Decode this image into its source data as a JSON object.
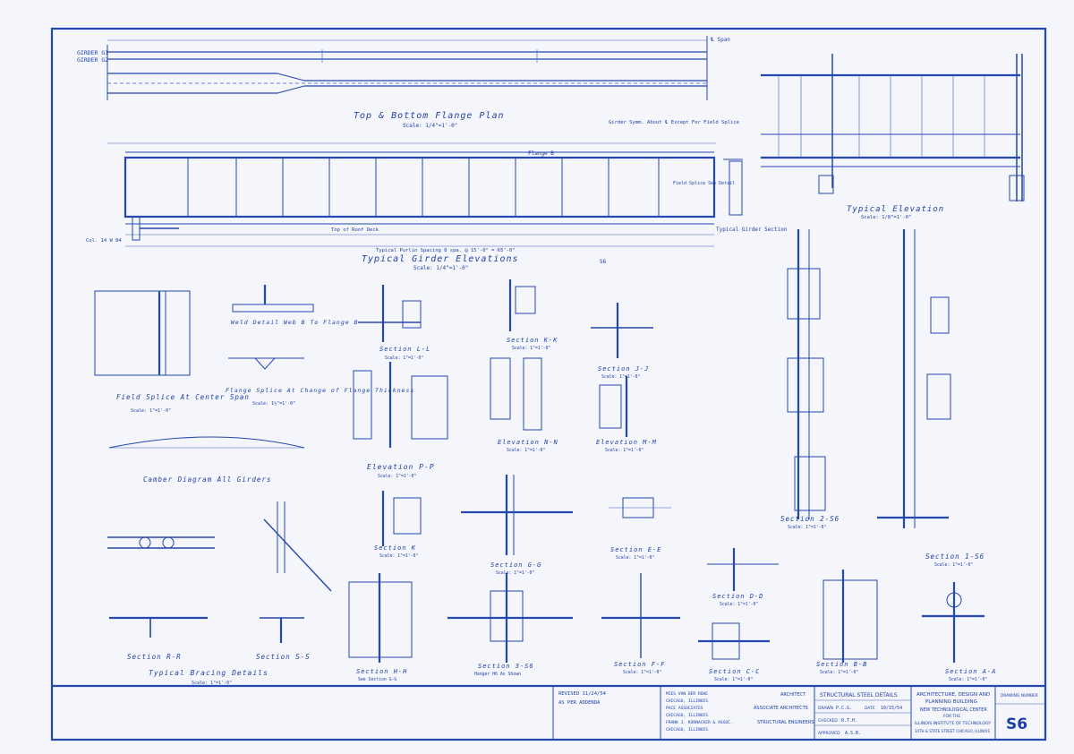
{
  "plan": {
    "title": "Top & Bottom Flange Plan",
    "scale": "Scale: 1/4\"=1'-0\"",
    "girder_g1": "GIRDER  G1",
    "girder_g2": "GIRDER  G2",
    "span_label": "℄ Span",
    "note": "Girder Symm. About ℄ Except For Field Splice"
  },
  "elevation": {
    "title": "Typical Girder Elevations",
    "scale": "Scale: 1/4\"=1'-0\"",
    "flange_label": "Flange B",
    "col_label": "Col. 14 W 84",
    "purlin_spacing": "Typical Purlin Spacing 8 spa. @ 15'-0\" = 65'-0\"",
    "roof_deck": "Top of Roof Deck",
    "field_splice": "Field Splice See Detail",
    "section_ref": "S6"
  },
  "typical_elevation": {
    "title": "Typical Elevation",
    "scale": "Scale: 1/8\"=1'-0\""
  },
  "typical_girder_section": "Typical Girder Section",
  "details": [
    {
      "title": "Field Splice At Center Span",
      "scale": "Scale: 1\"=1'-0\""
    },
    {
      "title": "Weld Detail Web B To Flange B",
      "scale": ""
    },
    {
      "title": "Flange Splice At Change of Flange Thickness",
      "scale": "Scale: 1½\"=1'-0\""
    },
    {
      "title": "Section L-L",
      "scale": "Scale: 1\"=1'-0\""
    },
    {
      "title": "Section K-K",
      "scale": "Scale: 1\"=1'-0\""
    },
    {
      "title": "Section J-J",
      "scale": "Scale: 1\"=1'-0\""
    },
    {
      "title": "Section K",
      "scale": "Scale: 1\"=1'-0\""
    },
    {
      "title": "Elevation N-N",
      "scale": "Scale: 1\"=1'-0\""
    },
    {
      "title": "Elevation M-M",
      "scale": "Scale: 1\"=1'-0\""
    },
    {
      "title": "Elevation P-P",
      "scale": "Scale: 1\"=1'-0\""
    },
    {
      "title": "Camber Diagram All Girders",
      "scale": ""
    },
    {
      "title": "Section R-R",
      "scale": ""
    },
    {
      "title": "Section S-S",
      "scale": ""
    },
    {
      "title": "Typical Bracing Details",
      "scale": "Scale: 1\"=1'-0\""
    },
    {
      "title": "Section G-G",
      "scale": "Scale: 1\"=1'-0\""
    },
    {
      "title": "Section E-E",
      "scale": "Scale: 1\"=1'-0\""
    },
    {
      "title": "Section H-H",
      "scale": "See Section G-G"
    },
    {
      "title": "Section 3-S6",
      "scale": "Hanger H6 As Shown"
    },
    {
      "title": "Section F-F",
      "scale": "Scale: 1\"=1'-0\""
    },
    {
      "title": "Section D-D",
      "scale": "Scale: 1\"=1'-0\""
    },
    {
      "title": "Section C-C",
      "scale": "Scale: 1\"=1'-0\""
    },
    {
      "title": "Section 2-S6",
      "scale": "Scale: 1\"=1'-0\""
    },
    {
      "title": "Section 1-S6",
      "scale": "Scale: 1\"=1'-0\""
    },
    {
      "title": "Section B-B",
      "scale": "Scale: 1\"=1'-0\""
    },
    {
      "title": "Section A-A",
      "scale": "Scale: 1\"=1'-0\""
    }
  ],
  "title_block": {
    "revised": "REVISED  11/24/54",
    "addenda": "AS PER ADDENDA",
    "architect_lines": [
      "MIES VAN DER ROHE",
      "CHICAGO, ILLINOIS",
      "PACE ASSOCIATES",
      "CHICAGO, ILLINOIS",
      "FRANK J. KORNACKER & ASSOC.",
      "CHICAGO, ILLINOIS"
    ],
    "role_architect": "ARCHITECT",
    "role_associate": "ASSOCIATE ARCHITECTS",
    "role_structural": "STRUCTURAL ENGINEERS",
    "sheet_title": "STRUCTURAL STEEL DETAILS",
    "drawn_label": "DRAWN",
    "drawn_value": "P.C.G.",
    "date_label": "DATE",
    "date_value": "10/15/54",
    "checked_label": "CHECKED",
    "checked_value": "R.T.H.",
    "approved_label": "APPROVED",
    "approved_value": "A.S.B.",
    "project_lines": [
      "ARCHITECTURE, DESIGN AND",
      "PLANNING BUILDING",
      "NEW TECHNOLOGICAL CENTER",
      "FOR THE",
      "ILLINOIS INSTITUTE OF TECHNOLOGY",
      "34TH & STATE STREET   CHICAGO, ILLINOIS"
    ],
    "drawing_number_label": "DRAWING NUMBER",
    "drawing_number": "S6"
  }
}
